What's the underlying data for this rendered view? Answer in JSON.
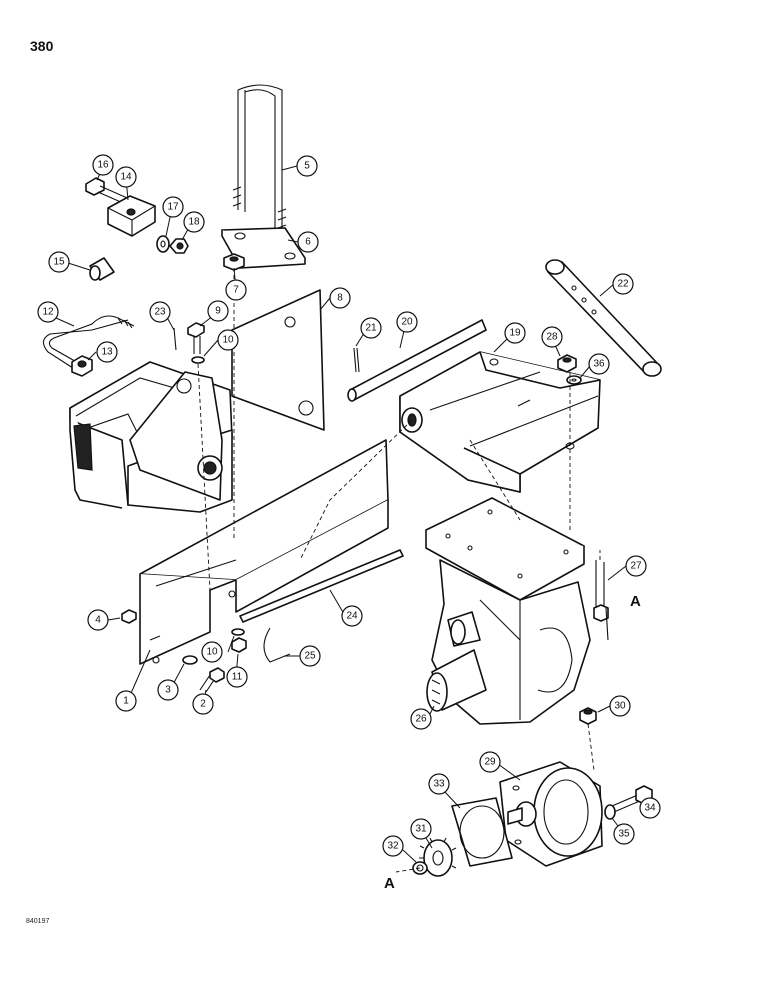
{
  "page_number": "380",
  "drawing_code": "840197",
  "reference_letter": "A",
  "callouts": [
    "1",
    "2",
    "3",
    "4",
    "5",
    "6",
    "7",
    "8",
    "9",
    "10",
    "10",
    "11",
    "12",
    "13",
    "14",
    "15",
    "16",
    "17",
    "18",
    "19",
    "20",
    "21",
    "22",
    "23",
    "24",
    "25",
    "26",
    "27",
    "28",
    "29",
    "30",
    "31",
    "32",
    "33",
    "34",
    "35",
    "36"
  ]
}
